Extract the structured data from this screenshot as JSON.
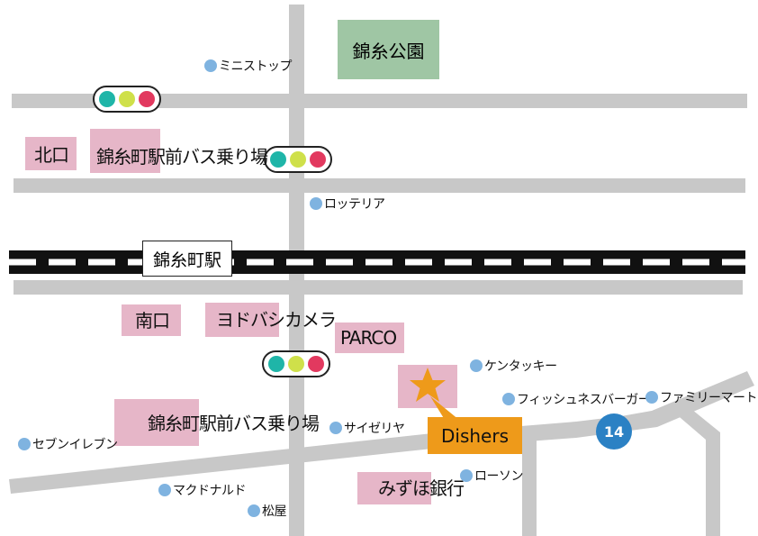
{
  "park": "錦糸公園",
  "station": "錦糸町駅",
  "north_exit": "北口",
  "north_bus": "錦糸町駅前バス乗り場",
  "south_exit": "南口",
  "yodobashi": "ヨドバシカメラ",
  "parco": "PARCO",
  "south_bus": "錦糸町駅前バス乗り場",
  "mizuho": "みずほ銀行",
  "destination": "Dishers",
  "route_number": "14",
  "pois": {
    "ministop": "ミニストップ",
    "lotteria": "ロッテリア",
    "kfc": "ケンタッキー",
    "fisshu": "フィッシュネスバーガー",
    "familymart": "ファミリーマート",
    "saizeriya": "サイゼリヤ",
    "seven": "セブンイレブン",
    "lawson": "ローソン",
    "mcd": "マクドナルド",
    "matsuya": "松屋"
  },
  "colors": {
    "road": "#c8c8c8",
    "label_bg": "#e6b6c8",
    "park": "#9fc6a4",
    "destination": "#ee9a1a",
    "star": "#ee9a1a",
    "poi_dot": "#7fb3e0",
    "route_badge": "#2b81c4",
    "signal_teal": "#1fb5a8",
    "signal_yellow": "#cfe04a",
    "signal_red": "#e2395f"
  },
  "icons": [
    "traffic-signal-icon",
    "star-icon",
    "poi-dot-icon"
  ]
}
